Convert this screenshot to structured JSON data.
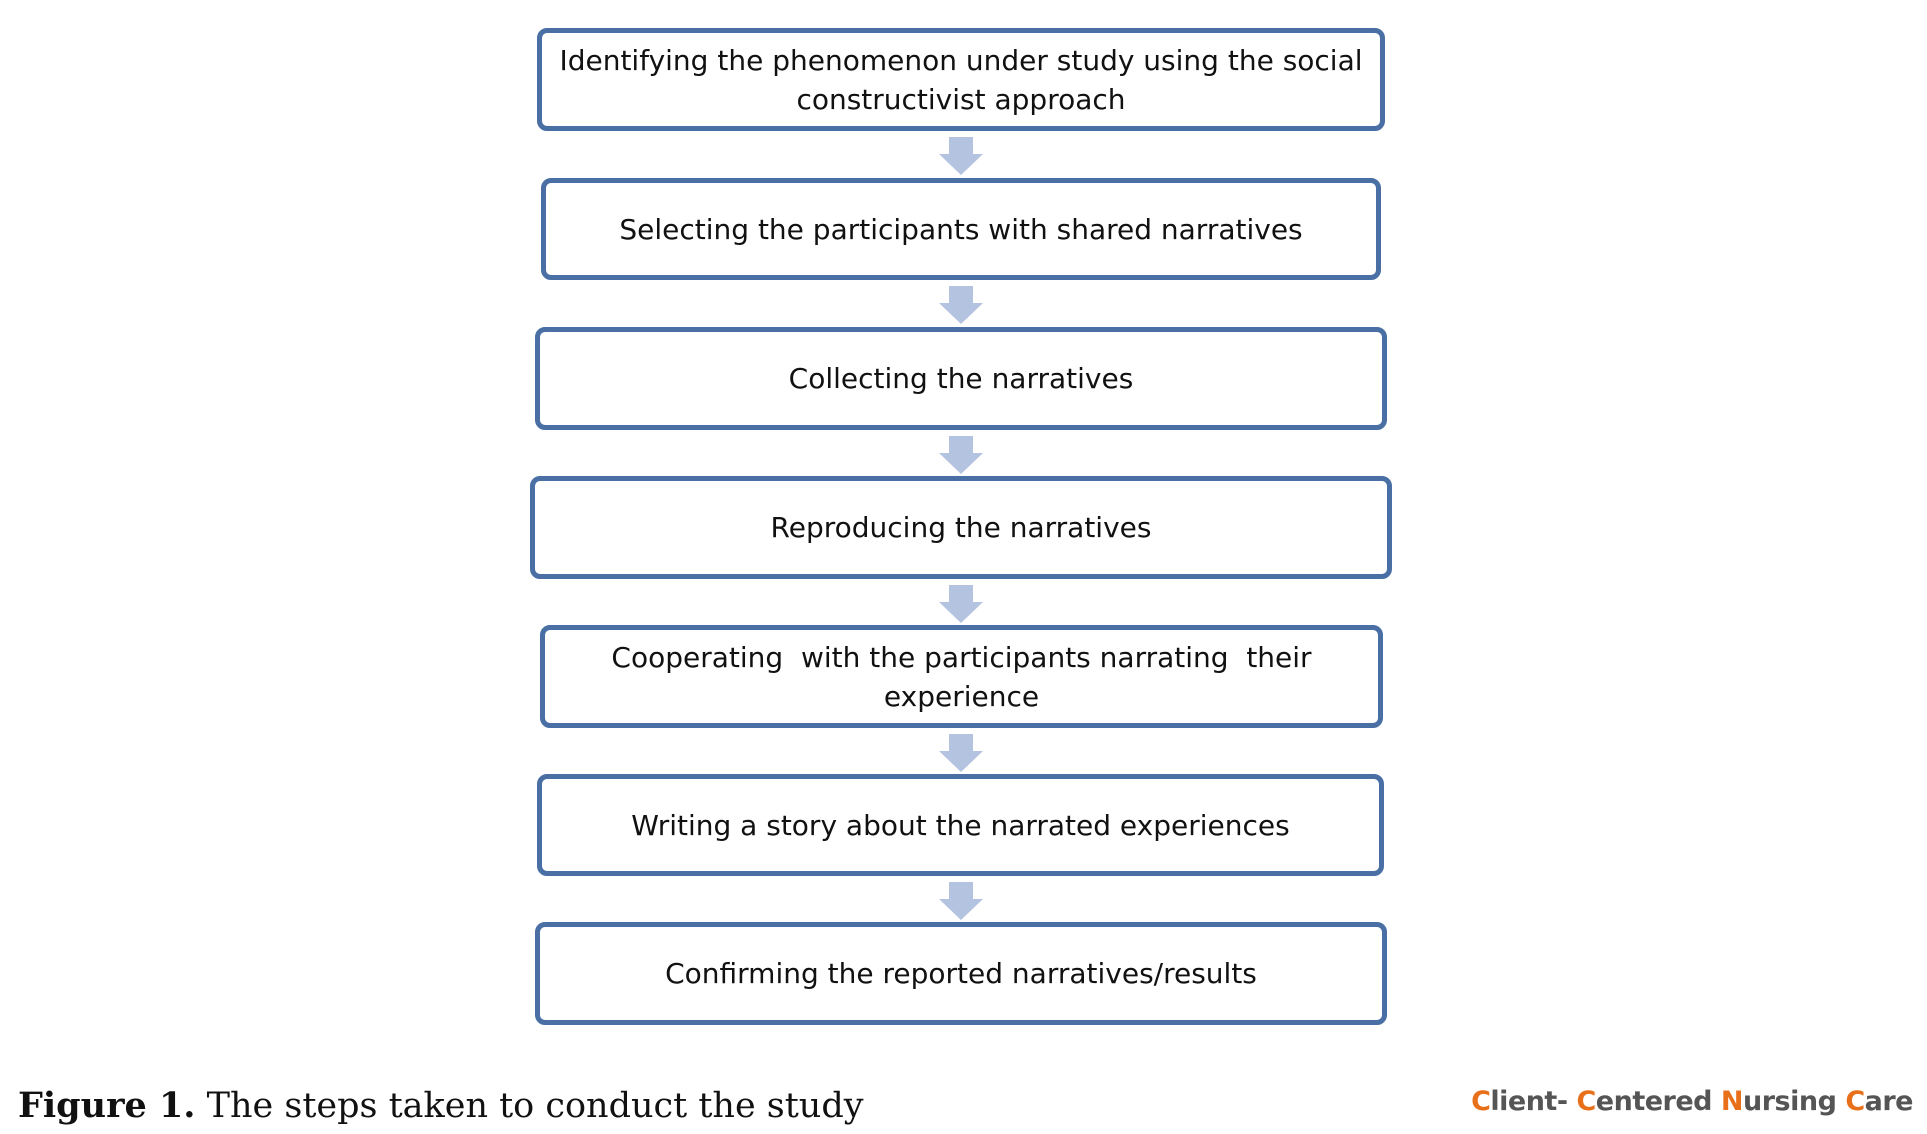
{
  "diagram": {
    "steps": [
      "Identifying the phenomenon under study using the social constructivist approach",
      "Selecting the participants with shared narratives",
      "Collecting the narratives",
      "Reproducing the narratives",
      "Cooperating  with the participants narrating  their experience",
      "Writing a story about the narrated experiences",
      "Confirming the reported narratives/results"
    ],
    "colors": {
      "box_border": "#4a6fa5",
      "arrow": "#b3c3e0",
      "brand_accent": "#e8701a",
      "brand_text": "#555555"
    }
  },
  "caption": {
    "label": "Figure 1.",
    "text": "The steps taken to conduct the study"
  },
  "brand": {
    "full_text": "Client- Centered Nursing Care",
    "parts": [
      {
        "initial": "C",
        "rest": "lient- "
      },
      {
        "initial": "C",
        "rest": "entered "
      },
      {
        "initial": "N",
        "rest": "ursing "
      },
      {
        "initial": "C",
        "rest": "are"
      }
    ]
  }
}
